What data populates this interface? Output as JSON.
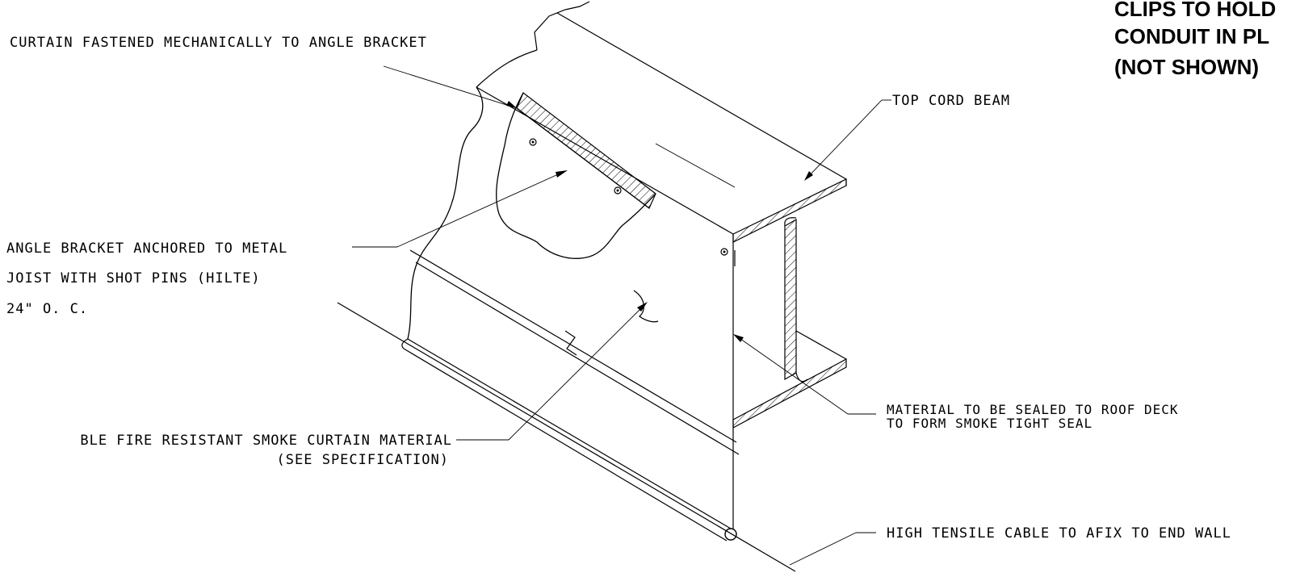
{
  "labels": {
    "curtain_fastened": "CURTAIN FASTENED MECHANICALLY TO ANGLE BRACKET",
    "angle_bracket_1": "ANGLE BRACKET ANCHORED TO METAL",
    "angle_bracket_2": "JOIST WITH SHOT PINS (HILTE)",
    "angle_bracket_3": "24\" O. C.",
    "curtain_material_1": "BLE FIRE RESISTANT SMOKE CURTAIN MATERIAL",
    "curtain_material_2": "(SEE SPECIFICATION)",
    "top_cord_beam": "TOP CORD BEAM",
    "material_sealed_1": "MATERIAL TO BE SEALED TO ROOF DECK",
    "material_sealed_2": "TO FORM SMOKE TIGHT SEAL",
    "high_tensile": "HIGH TENSILE CABLE TO AFIX TO END WALL",
    "clips_1": "CLIPS TO HOLD",
    "clips_2": "CONDUIT IN PL",
    "clips_3": "(NOT SHOWN)"
  }
}
